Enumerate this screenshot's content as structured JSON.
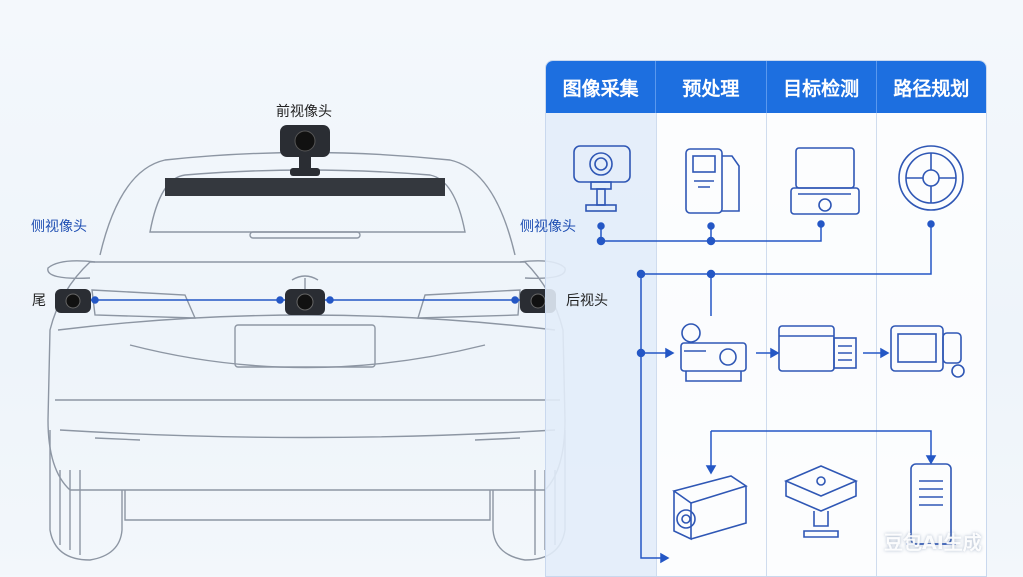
{
  "labels": {
    "front_camera": "前视像头",
    "side_camera_left": "侧视像头",
    "side_camera_right": "侧视像头",
    "tail": "尾",
    "rear_camera": "后视头"
  },
  "pipeline": {
    "stages": [
      "图像采集",
      "预处理",
      "目标检测",
      "路径规划"
    ]
  },
  "icons": [
    "camera-icon",
    "document-icon",
    "laptop-icon",
    "steering-wheel-icon",
    "projector-icon",
    "browser-window-icon",
    "monitor-camera-icon",
    "box-camera-icon",
    "mount-icon",
    "server-icon"
  ],
  "watermark": "豆包AI生成",
  "colors": {
    "accent": "#1d6fe0",
    "line": "#2457c5",
    "outline": "#8d96a3"
  }
}
